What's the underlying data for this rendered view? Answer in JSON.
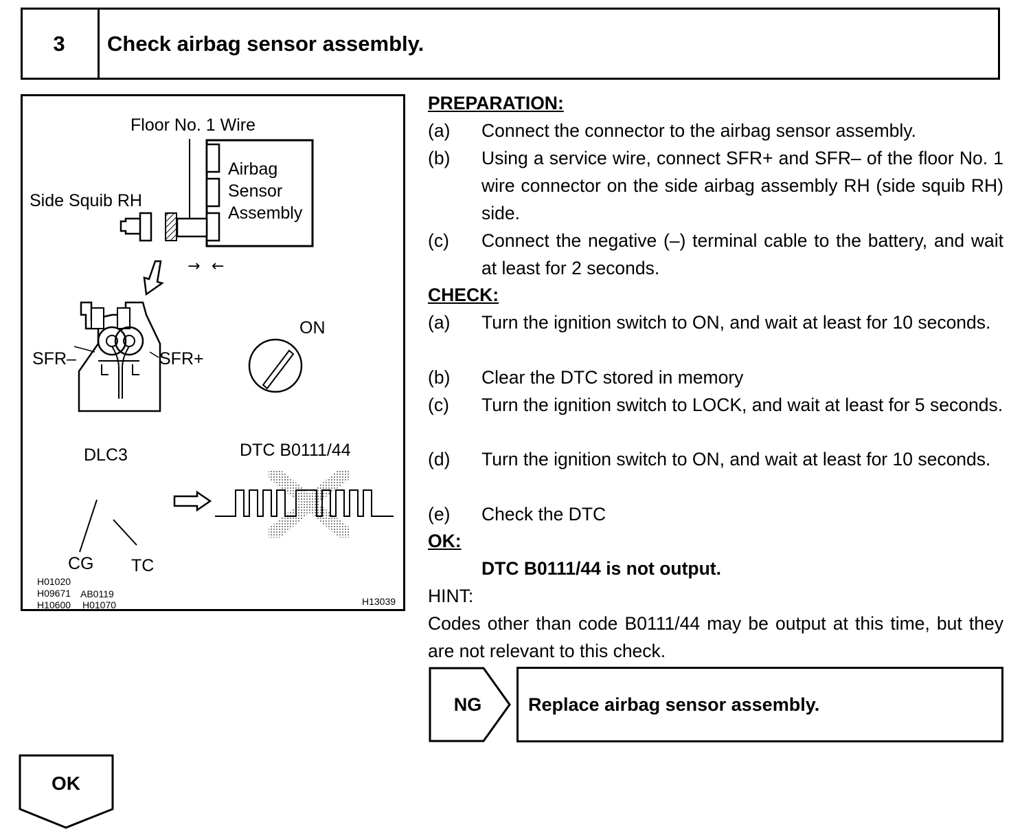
{
  "header": {
    "step_number": "3",
    "title": "Check airbag sensor assembly."
  },
  "figure": {
    "labels": {
      "floor_wire": "Floor No. 1 Wire",
      "airbag_line1": "Airbag",
      "airbag_line2": "Sensor",
      "airbag_line3": "Assembly",
      "side_squib": "Side Squib RH",
      "on": "ON",
      "sfr_minus": "SFR–",
      "sfr_plus": "SFR+",
      "dlc3": "DLC3",
      "dtc": "DTC B0111/44",
      "cg": "CG",
      "tc": "TC"
    },
    "codes": {
      "c1": "H01020",
      "c2": "H09671",
      "c3": "AB0119",
      "c4": "H10600",
      "c5": "H01070",
      "c6": "H13039"
    }
  },
  "preparation": {
    "heading": "PREPARATION:",
    "items": [
      {
        "label": "(a)",
        "text": "Connect the connector to the airbag sensor assembly."
      },
      {
        "label": "(b)",
        "text": "Using a service wire, connect SFR+ and SFR– of the floor No. 1 wire connector on the side airbag assembly RH (side squib RH) side."
      },
      {
        "label": "(c)",
        "text": "Connect the negative (–) terminal cable to the battery, and wait at least for 2 seconds."
      }
    ]
  },
  "check": {
    "heading": "CHECK:",
    "items": [
      {
        "label": "(a)",
        "text": "Turn the ignition switch to ON, and wait at least for 10 seconds."
      },
      {
        "label": "(b)",
        "text": "Clear the DTC stored in memory"
      },
      {
        "label": "(c)",
        "text": "Turn the ignition switch to LOCK, and wait at least for 5 seconds."
      },
      {
        "label": "(d)",
        "text": "Turn the ignition switch to ON, and wait at least for 10 seconds."
      },
      {
        "label": "(e)",
        "text": "Check the DTC"
      }
    ]
  },
  "ok_section": {
    "heading": "OK:",
    "text": "DTC B0111/44 is not output."
  },
  "hint": {
    "heading": "HINT:",
    "text": "Codes other than code B0111/44 may be output at this time, but they are not relevant to this check."
  },
  "ng": {
    "label": "NG",
    "action": "Replace airbag sensor assembly."
  },
  "ok_flow": {
    "label": "OK"
  }
}
